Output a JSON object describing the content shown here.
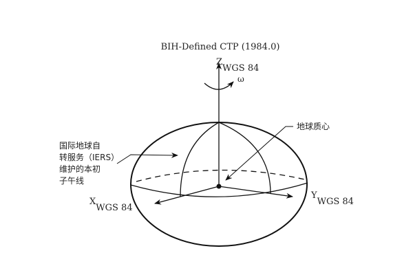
{
  "title": "BIH-Defined CTP (1984.0)",
  "axes": {
    "z": {
      "letter": "Z",
      "sub": "WGS 84"
    },
    "x": {
      "letter": "X",
      "sub": "WGS 84"
    },
    "y": {
      "letter": "Y",
      "sub": "WGS 84"
    },
    "omega": "ω"
  },
  "labels": {
    "meridian": [
      "国际地球自",
      "转服务（IERS）",
      "维护的本初",
      "子午线"
    ],
    "geocenter": "地球质心"
  },
  "colors": {
    "stroke": "#111111",
    "text": "#222222"
  }
}
